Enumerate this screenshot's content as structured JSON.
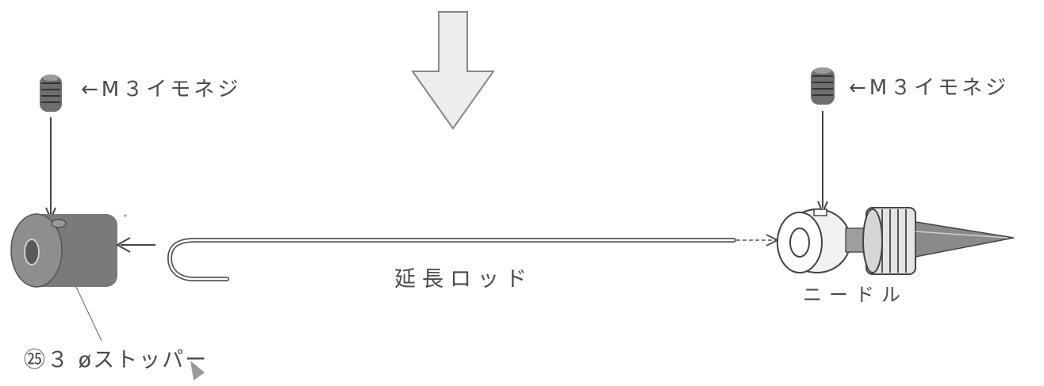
{
  "labels": {
    "screw_left": "←M３イモネジ",
    "screw_right": "←M３イモネジ",
    "extension_rod": "延長ロッド",
    "needle": "ニードル",
    "stopper": "㉕３ øストッパー"
  },
  "icons": {
    "down_arrow": "big-hollow-down-arrow",
    "set_screw": "set-screw-icon",
    "stopper": "stopper-collar-icon",
    "rod": "hook-rod-icon",
    "needle": "needle-icon"
  },
  "colors": {
    "ink": "#4a4a4a",
    "part_fill": "#7a7a7a",
    "arrow_fill": "#e6e6e6"
  }
}
